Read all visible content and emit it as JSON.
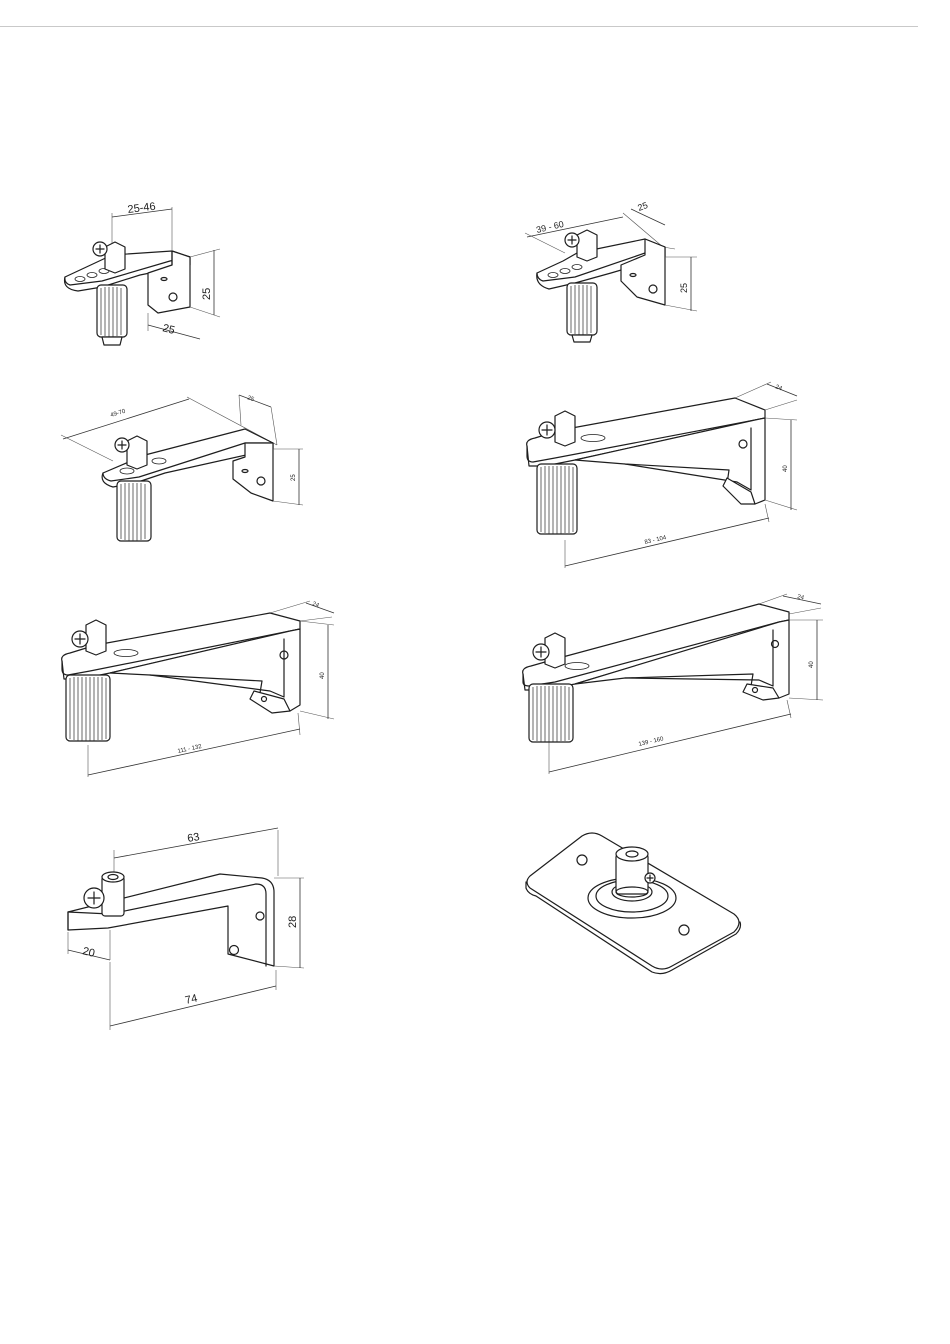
{
  "figures": [
    {
      "id": "bracket-1",
      "dims": {
        "length": "25-46",
        "height": "25",
        "depth": "25"
      }
    },
    {
      "id": "bracket-2",
      "dims": {
        "length": "39 - 60",
        "depth": "25",
        "height": "25"
      }
    },
    {
      "id": "bracket-3",
      "dims": {
        "length": "49-70",
        "depth": "25",
        "height": "25"
      }
    },
    {
      "id": "bracket-4",
      "dims": {
        "length": "83 - 104",
        "depth": "24",
        "height": "40"
      }
    },
    {
      "id": "bracket-5",
      "dims": {
        "length": "111 - 132",
        "depth": "24",
        "height": "40"
      }
    },
    {
      "id": "bracket-6",
      "dims": {
        "length": "139 - 160",
        "depth": "24",
        "height": "40"
      }
    },
    {
      "id": "bracket-7",
      "dims": {
        "top": "63",
        "offset": "20",
        "height": "28",
        "length": "74"
      }
    },
    {
      "id": "base-plate"
    }
  ]
}
